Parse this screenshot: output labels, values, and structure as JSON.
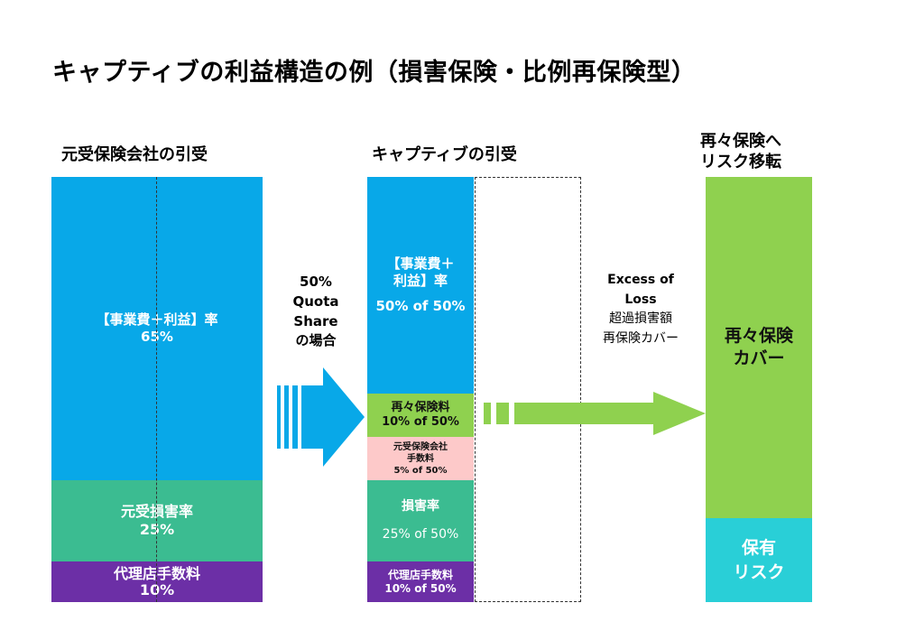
{
  "title": "キャプティブの利益構造の例（損害保険・比例再保険型）",
  "columns": {
    "original": {
      "heading": "元受保険会社の引受"
    },
    "captive": {
      "heading": "キャプティブの引受"
    },
    "retro": {
      "heading_lines": [
        "再々保険へ",
        "リスク移転"
      ]
    }
  },
  "original_blocks": {
    "expense_profit": {
      "line1": "【事業費＋利益】率",
      "line2": "65%"
    },
    "loss": {
      "line1": "元受損害率",
      "line2": "25%"
    },
    "agency": {
      "line1": "代理店手数料",
      "line2": "10%"
    }
  },
  "quota_share_label": [
    "50%",
    "Quota",
    "Share",
    "の場合"
  ],
  "captive_blocks": {
    "expense_profit": {
      "line1": "【事業費＋",
      "line2": "利益】率",
      "line3": "50% of 50%"
    },
    "retro_premium": {
      "line1": "再々保険料",
      "line2": "10% of 50%"
    },
    "ceding_commission": {
      "line1": "元受保険会社",
      "line2": "手数料",
      "line3": "5% of 50%"
    },
    "loss": {
      "line1": "損害率",
      "line2": "25% of 50%"
    },
    "agency": {
      "line1": "代理店手数料",
      "line2": "10% of 50%"
    }
  },
  "excess_of_loss_label": [
    "Excess of",
    "Loss",
    "超過損害額",
    "再保険カバー"
  ],
  "retro_blocks": {
    "cover": {
      "line1": "再々保険",
      "line2": "カバー"
    },
    "retention": {
      "line1": "保有",
      "line2": "リスク"
    }
  },
  "colors": {
    "blue": "#08a8e8",
    "teal": "#3bbc91",
    "purple": "#6c2fa6",
    "green": "#8fd14f",
    "pink": "#fdc9c9",
    "cyan": "#29cfd7"
  }
}
